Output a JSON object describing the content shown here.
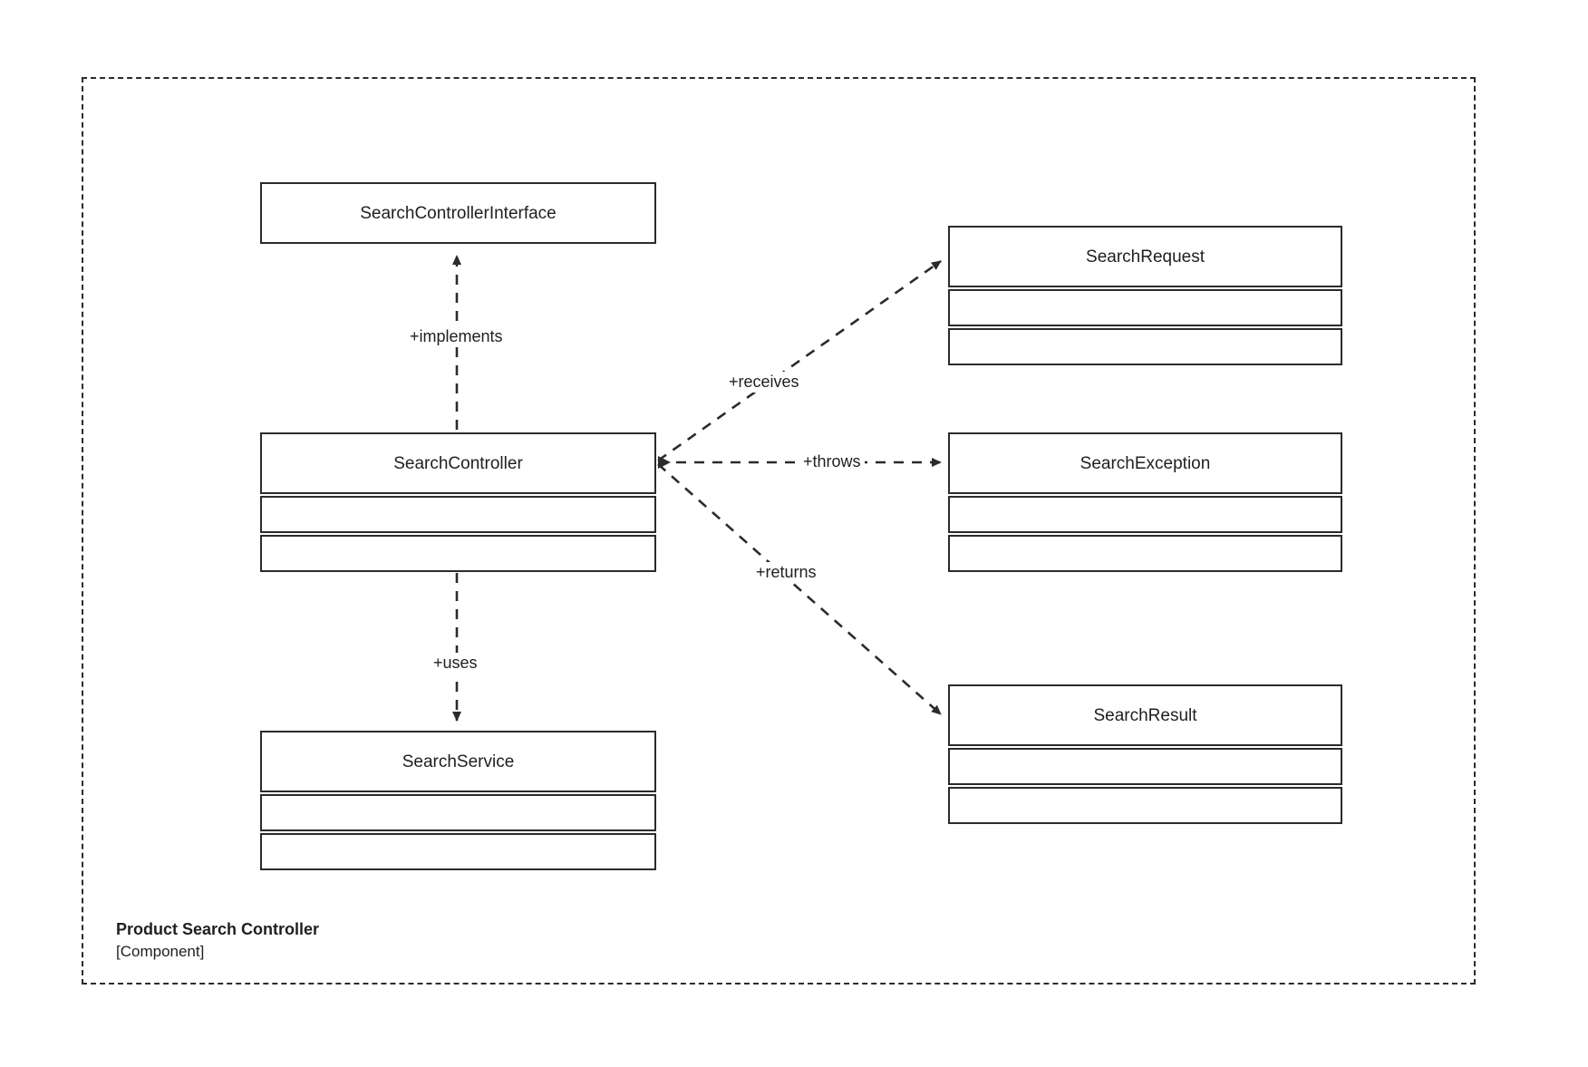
{
  "diagram": {
    "kind": "uml-class-diagram",
    "boundary_style": "dashed",
    "line_color": "#2b2b2b",
    "fill_color": "#ffffff",
    "text_color": "#1f1f1f"
  },
  "component": {
    "name": "Product Search Controller",
    "type": "[Component]"
  },
  "classes": [
    {
      "id": "search-controller-interface",
      "name": "SearchControllerInterface",
      "compartments": 1
    },
    {
      "id": "search-controller",
      "name": "SearchController",
      "compartments": 3
    },
    {
      "id": "search-service",
      "name": "SearchService",
      "compartments": 3
    },
    {
      "id": "search-request",
      "name": "SearchRequest",
      "compartments": 3
    },
    {
      "id": "search-exception",
      "name": "SearchException",
      "compartments": 3
    },
    {
      "id": "search-result",
      "name": "SearchResult",
      "compartments": 3
    }
  ],
  "relationships": [
    {
      "id": "implements",
      "label": "+implements",
      "from": "SearchController",
      "to": "SearchControllerInterface",
      "style": "dashed",
      "arrow": "open"
    },
    {
      "id": "uses",
      "label": "+uses",
      "from": "SearchController",
      "to": "SearchService",
      "style": "dashed",
      "arrow": "open"
    },
    {
      "id": "receives",
      "label": "+receives",
      "from": "SearchController",
      "to": "SearchRequest",
      "style": "dashed",
      "arrow": "open"
    },
    {
      "id": "throws",
      "label": "+throws",
      "from": "SearchController",
      "to": "SearchException",
      "style": "dashed",
      "arrow": "open"
    },
    {
      "id": "returns",
      "label": "+returns",
      "from": "SearchController",
      "to": "SearchResult",
      "style": "dashed",
      "arrow": "open"
    }
  ]
}
